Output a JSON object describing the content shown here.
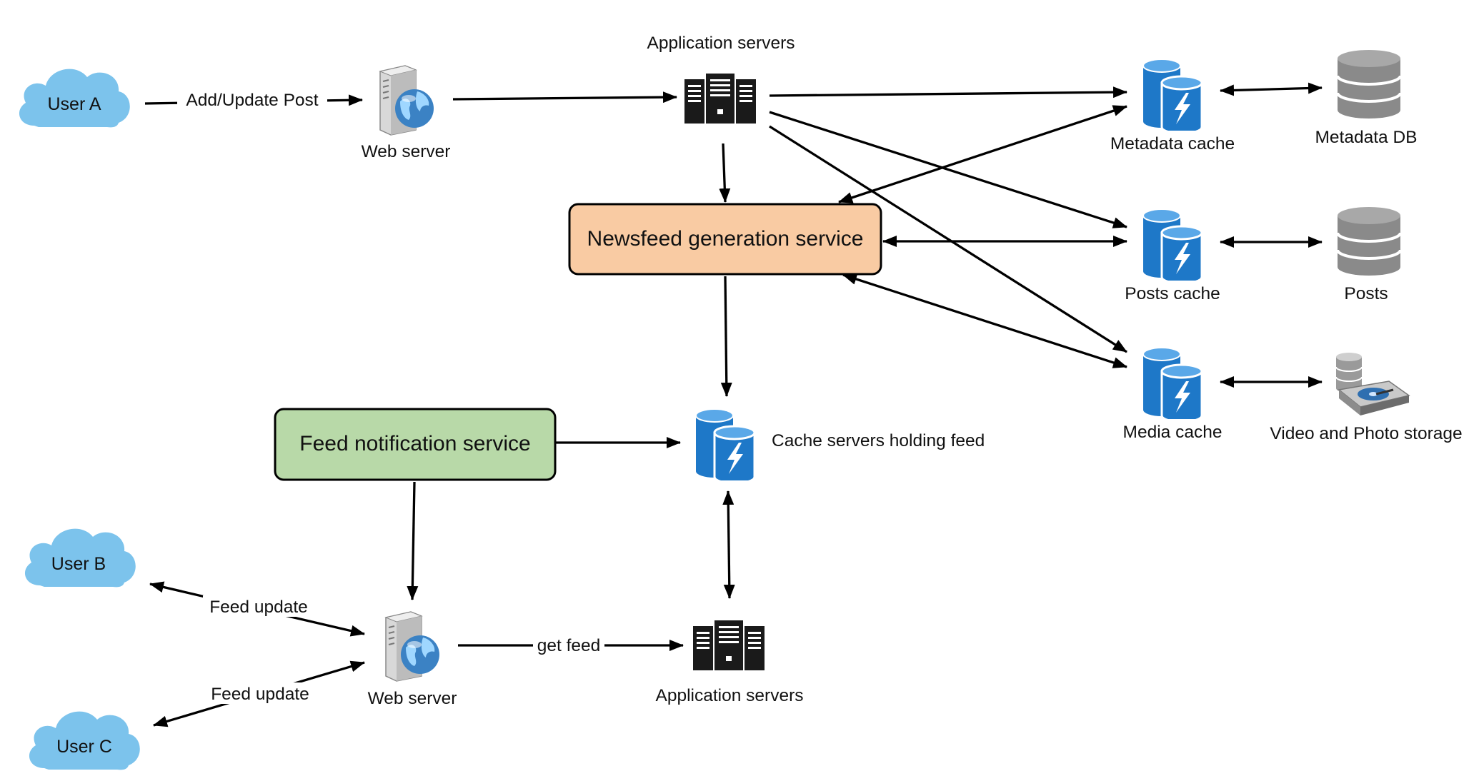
{
  "users": {
    "a": "User A",
    "b": "User B",
    "c": "User C"
  },
  "services": {
    "newsfeed": "Newsfeed generation service",
    "notification": "Feed notification service"
  },
  "nodes": {
    "web_server_top": "Web server",
    "app_servers_top": "Application servers",
    "metadata_cache": "Metadata cache",
    "metadata_db": "Metadata DB",
    "posts_cache": "Posts cache",
    "posts": "Posts",
    "media_cache": "Media cache",
    "media_storage": "Video and Photo storage",
    "feed_cache": "Cache servers holding feed",
    "web_server_bottom": "Web server",
    "app_servers_bottom": "Application servers"
  },
  "edges": {
    "add_update_post": "Add/Update Post",
    "feed_update_b": "Feed update",
    "feed_update_c": "Feed update",
    "get_feed": "get feed"
  },
  "colors": {
    "cloud": "#7cc3ec",
    "cache_blue": "#1e78c8",
    "db_gray": "#8a8a8a",
    "newsfeed_fill": "#f9cba3",
    "notification_fill": "#b8d9a8",
    "server_black": "#1a1a1a"
  },
  "icons": {
    "user": "cloud-icon",
    "web_server": "web-server-globe-icon",
    "app_server": "server-rack-icon",
    "cache": "cache-cylinder-icon",
    "database": "database-icon",
    "storage": "storage-disk-icon"
  }
}
